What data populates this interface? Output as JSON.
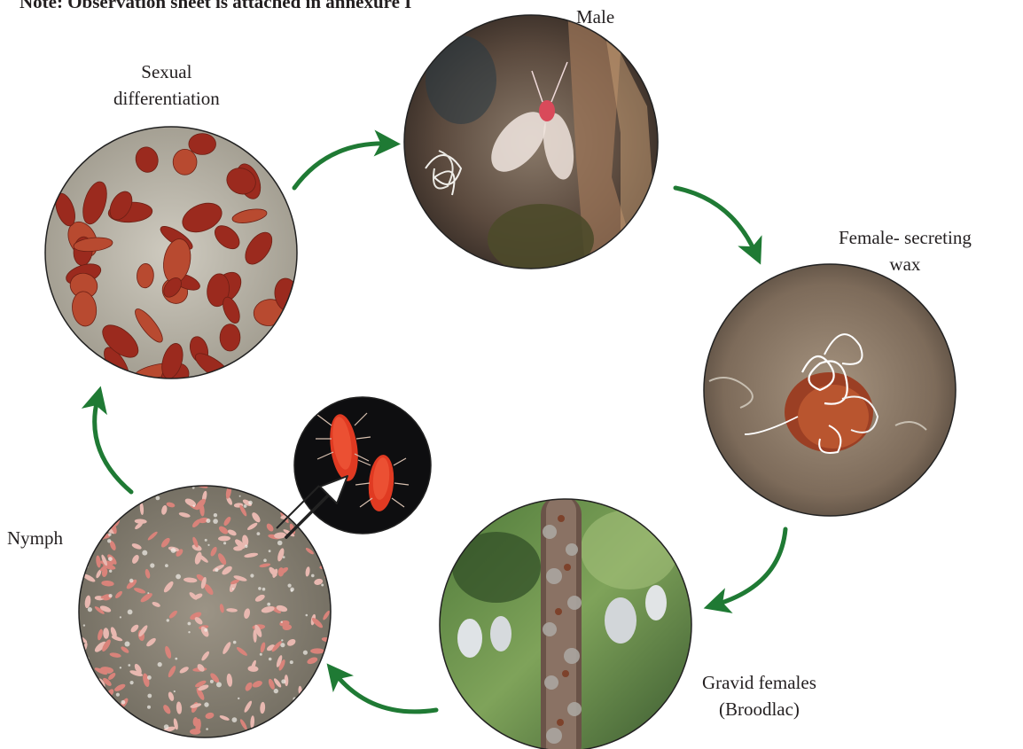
{
  "note": "Note: Observation sheet is attached in annexure I",
  "stages": {
    "male": {
      "label": "Male"
    },
    "female_wax": {
      "label_line1": "Female- secreting",
      "label_line2": "wax"
    },
    "gravid": {
      "label_line1": "Gravid females",
      "label_line2": "(Broodlac)"
    },
    "nymph": {
      "label": "Nymph"
    },
    "sexual": {
      "label_line1": "Sexual",
      "label_line2": "differentiation"
    }
  },
  "colors": {
    "arrow": "#1f7a34",
    "lac_red": "#9b2a1e",
    "bark_grey": "#b9b5a9",
    "nymph_red": "#e03a22"
  }
}
